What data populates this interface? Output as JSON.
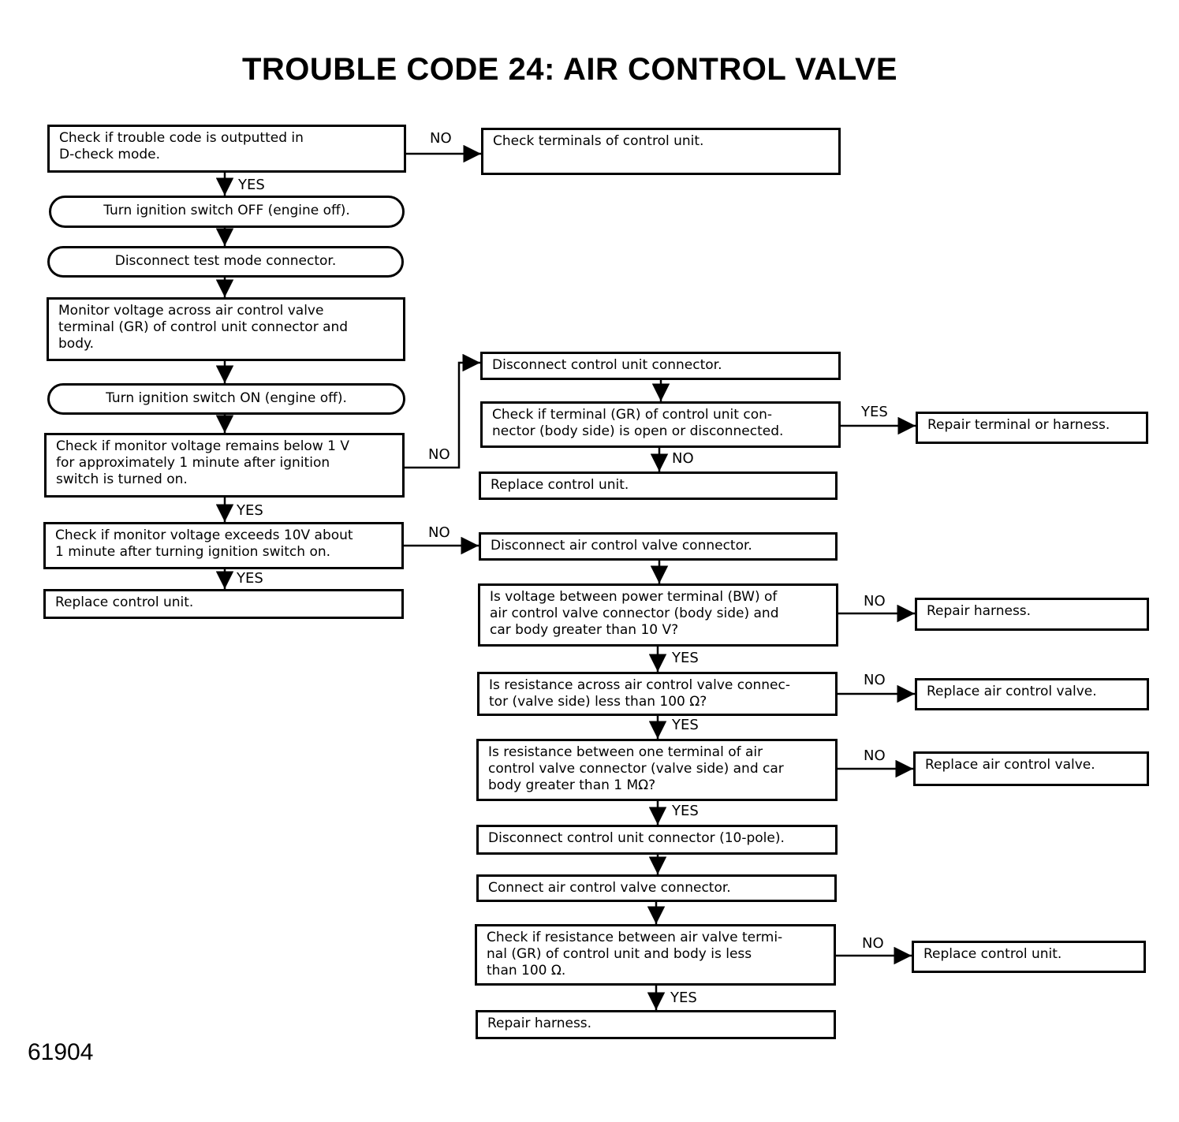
{
  "title": "TROUBLE CODE 24: AIR CONTROL VALVE",
  "figure_number": "61904",
  "yes_label": "YES",
  "no_label": "NO",
  "steps": {
    "check_code": "Check if trouble code is outputted in\nD-check mode.",
    "check_terminals": "Check terminals of control unit.",
    "ign_off": "Turn ignition switch OFF (engine off).",
    "disconnect_test": "Disconnect test mode connector.",
    "monitor_voltage": "Monitor voltage across air control valve\nterminal (GR) of control unit connector and\nbody.",
    "ign_on": "Turn ignition switch ON (engine off).",
    "below_1v": "Check if monitor voltage remains below 1 V\nfor approximately 1 minute after ignition\nswitch is turned on.",
    "exceeds_10v": "Check if monitor voltage exceeds 10V about\n1 minute after turning ignition switch on.",
    "replace_cu_left": "Replace control unit.",
    "disconnect_cu": "Disconnect control unit connector.",
    "check_gr_open": "Check if terminal (GR) of control unit con-\nnector (body side) is open or disconnected.",
    "repair_terminal": "Repair terminal or harness.",
    "replace_cu_mid": "Replace control unit.",
    "disconnect_acv": "Disconnect air control valve connector.",
    "voltage_bw": "Is voltage between power terminal (BW) of\nair control valve connector (body side) and\ncar body greater than 10 V?",
    "repair_harness_1": "Repair harness.",
    "resistance_valve": "Is resistance across air control valve connec-\ntor (valve side) less than 100 Ω?",
    "replace_acv_1": "Replace air control valve.",
    "resistance_body": "Is resistance between one terminal of air\ncontrol valve connector (valve side) and car\nbody greater than 1 MΩ?",
    "replace_acv_2": "Replace air control valve.",
    "disconnect_cu_10": "Disconnect control unit connector (10-pole).",
    "connect_acv": "Connect air control valve connector.",
    "resistance_gr": "Check if resistance between air valve termi-\nnal (GR) of control unit and body is less\nthan 100 Ω.",
    "replace_cu_right": "Replace control unit.",
    "repair_harness_2": "Repair harness."
  }
}
